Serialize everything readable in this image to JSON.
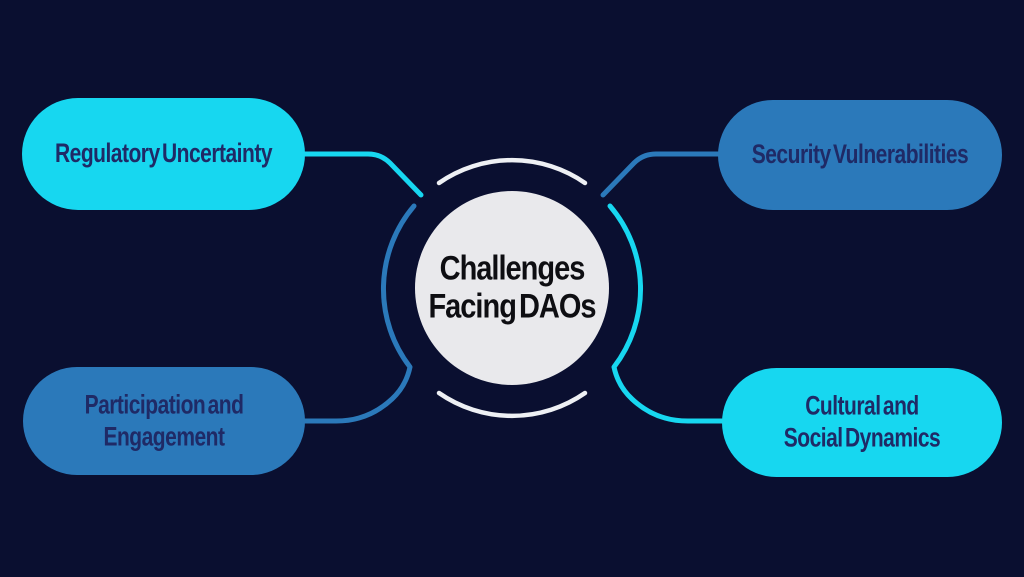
{
  "diagram": {
    "center": {
      "title_line1": "Challenges",
      "title_line2": "Facing DAOs"
    },
    "nodes": {
      "top_left": {
        "label": "Regulatory Uncertainty"
      },
      "top_right": {
        "label": "Security Vulnerabilities"
      },
      "bottom_left": {
        "label_line1": "Participation and",
        "label_line2": "Engagement"
      },
      "bottom_right": {
        "label_line1": "Cultural and",
        "label_line2": "Social Dynamics"
      }
    },
    "colors": {
      "background": "#0a0f30",
      "cyan": "#17d7f0",
      "blue": "#2b79ba",
      "circle-fill": "#e9e9ec",
      "arc-white": "#eef0f4",
      "pill-text": "#1f2a66",
      "center-text": "#0e0e12"
    }
  }
}
